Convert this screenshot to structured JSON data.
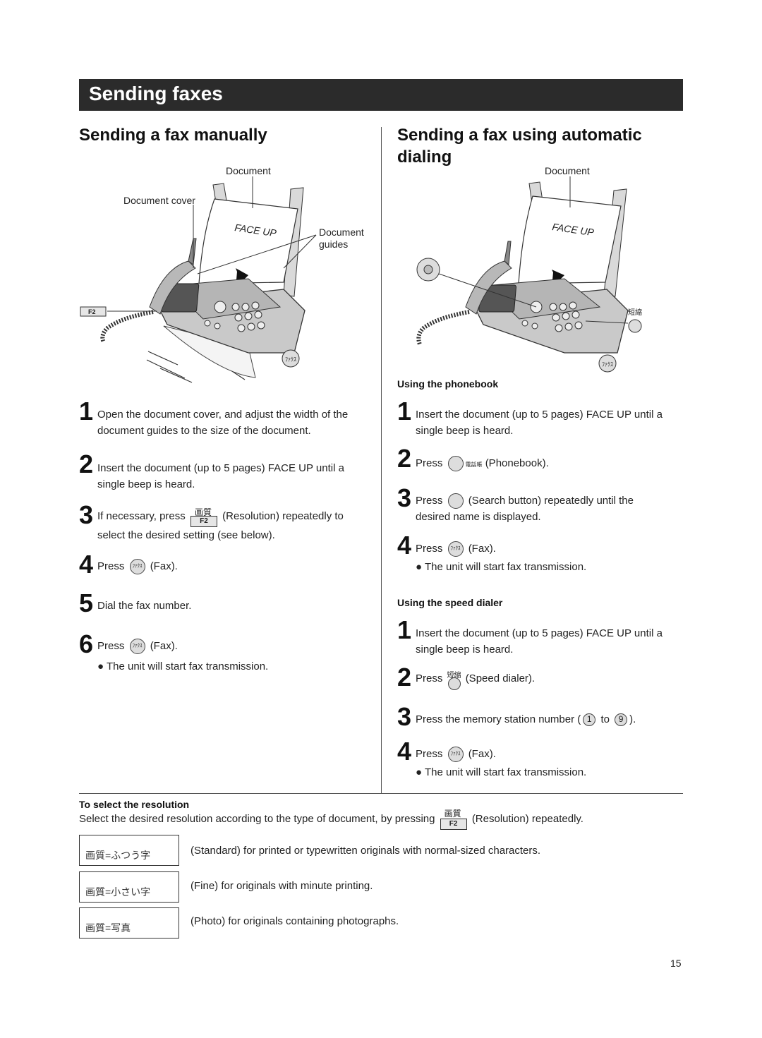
{
  "banner": {
    "title": "Sending faxes"
  },
  "left": {
    "heading": "Sending a fax manually",
    "illus_labels": {
      "document": "Document",
      "document_cover": "Document cover",
      "document_guides": "Document\nguides",
      "face_up": "FACE UP",
      "f2": "F2",
      "fax_key": "ﾌｧｸｽ"
    },
    "steps": [
      {
        "num": "1",
        "text": "Open the document cover, and adjust the width of the document guides to the size of the document."
      },
      {
        "num": "2",
        "text": "Insert the document (up to 5 pages) FACE UP until a single beep is heard."
      },
      {
        "num": "3",
        "pre": "If necessary, press",
        "post": "(Resolution) repeatedly to",
        "line2": "select the desired setting (see below)."
      },
      {
        "num": "4",
        "pre": "Press",
        "post": "(Fax)."
      },
      {
        "num": "5",
        "text": "Dial the fax number."
      },
      {
        "num": "6",
        "pre": "Press",
        "post": "(Fax)."
      }
    ],
    "bullet": "The unit will start fax transmission."
  },
  "right": {
    "heading": "Sending a fax using automatic dialing",
    "illus_labels": {
      "document": "Document",
      "face_up": "FACE UP",
      "speed_label": "短縮",
      "fax_key": "ﾌｧｸｽ"
    },
    "phonebook": {
      "title": "Using the phonebook",
      "step1": "Insert the document (up to 5 pages) FACE UP until a single beep is heard.",
      "step2_pre": "Press",
      "step2_key": "電話帳",
      "step2_post": "(Phonebook).",
      "step3_pre": "Press",
      "step3_post": "(Search button) repeatedly until the",
      "step3_line2": "desired name is displayed.",
      "step4_pre": "Press",
      "step4_post": "(Fax).",
      "bullet": "The unit will start fax transmission."
    },
    "speed": {
      "title": "Using the speed dialer",
      "step1": "Insert the document (up to 5 pages) FACE UP until a single beep is heard.",
      "step2_pre": "Press",
      "step2_key": "短縮",
      "step2_post": "(Speed dialer).",
      "step3_pre": "Press the memory station number (",
      "step3_k1": "1",
      "step3_mid": "to",
      "step3_k2": "9",
      "step3_post": ").",
      "step4_pre": "Press",
      "step4_post": "(Fax).",
      "bullet": "The unit will start fax transmission."
    }
  },
  "resolution": {
    "title": "To select the resolution",
    "intro_pre": "Select the desired resolution according to the type of document, by pressing",
    "intro_post": "(Resolution) repeatedly.",
    "key_top": "画質",
    "key_bottom": "F2",
    "rows": [
      {
        "display": "画質=ふつう字",
        "desc": "(Standard) for printed or typewritten originals with normal-sized characters."
      },
      {
        "display": "画質=小さい字",
        "desc": "(Fine) for originals with minute printing."
      },
      {
        "display": "画質=写真",
        "desc": "(Photo) for originals containing photographs."
      }
    ]
  },
  "page_number": "15"
}
